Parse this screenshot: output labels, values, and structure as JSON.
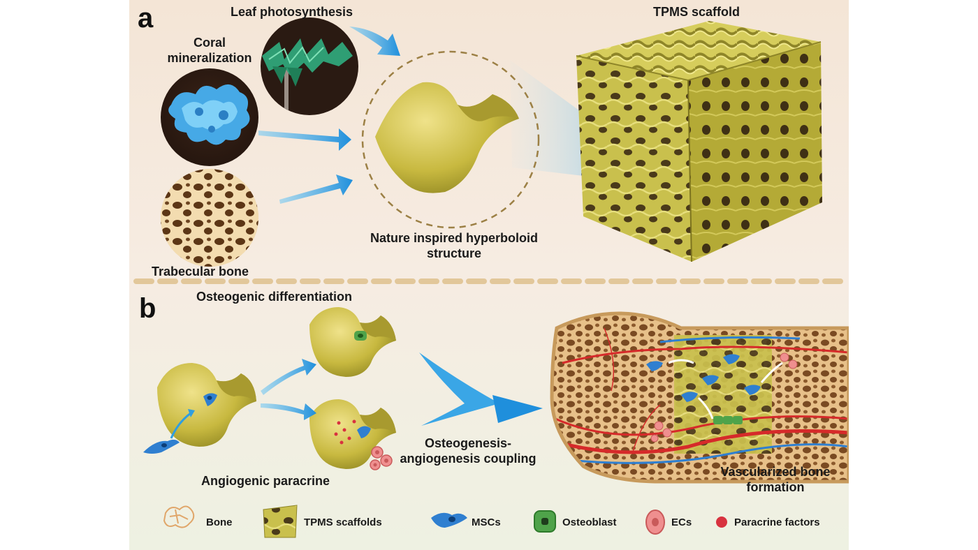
{
  "panels": {
    "a": "a",
    "b": "b"
  },
  "panel_a": {
    "leaf_photosynthesis": "Leaf photosynthesis",
    "coral_mineralization_line1": "Coral",
    "coral_mineralization_line2": "mineralization",
    "trabecular_bone": "Trabecular bone",
    "hyperboloid_line1": "Nature inspired hyperboloid",
    "hyperboloid_line2": "structure",
    "tpms_scaffold": "TPMS scaffold"
  },
  "panel_b": {
    "osteogenic_differentiation": "Osteogenic differentiation",
    "angiogenic_paracrine": "Angiogenic paracrine",
    "coupling_line1": "Osteogenesis-",
    "coupling_line2": "angiogenesis coupling",
    "vascularized_line1": "Vascularized bone",
    "vascularized_line2": "formation"
  },
  "legend": {
    "bone": "Bone",
    "tpms_scaffolds": "TPMS scaffolds",
    "mscs": "MSCs",
    "osteoblast": "Osteoblast",
    "ecs": "ECs",
    "paracrine_factors": "Paracrine factors"
  },
  "colors": {
    "arrow_blue": "#2f9ee0",
    "scaffold_yellow": "#c9bd45",
    "bone_tan": "#e9c99a",
    "vessel_red": "#d62a2a",
    "msc_blue": "#2f7fd0",
    "osteoblast_green": "#4fa34a",
    "ec_pink": "#ef8f8f",
    "paracrine_red": "#d8323f"
  }
}
